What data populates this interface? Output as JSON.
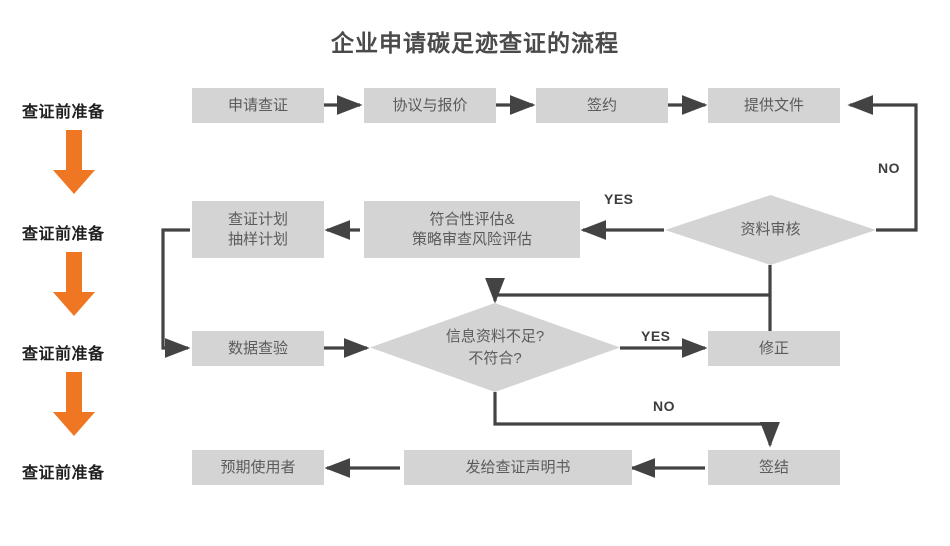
{
  "title": "企业申请碳足迹查证的流程",
  "colors": {
    "node_fill": "#d4d4d4",
    "node_text": "#5b5b5b",
    "connector": "#434343",
    "stage_arrow": "#ef7622",
    "title_text": "#4a4a4a",
    "stage_label_text": "#1f1f1f",
    "background": "#ffffff"
  },
  "stages": [
    {
      "label": "查证前准备"
    },
    {
      "label": "查证前准备"
    },
    {
      "label": "查证前准备"
    },
    {
      "label": "查证前准备"
    }
  ],
  "stage_arrows": [
    {
      "name": "stage-arrow-1"
    },
    {
      "name": "stage-arrow-2"
    },
    {
      "name": "stage-arrow-3"
    }
  ],
  "nodes": {
    "apply": "申请查证",
    "agreement": "协议与报价",
    "contract": "签约",
    "provide_docs": "提供文件",
    "plan": "查证计划\n抽样计划",
    "assessment": "符合性评估&\n策略审查风险评估",
    "data_check": "数据查验",
    "correction": "修正",
    "conclude": "签结",
    "issue_statement": "发给查证声明书",
    "intended_user": "预期使用者"
  },
  "decisions": {
    "doc_review": "资料审核",
    "info_insufficient": "信息资料不足?\n不符合?"
  },
  "edge_labels": {
    "review_yes": "YES",
    "review_no": "NO",
    "insufficient_yes": "YES",
    "insufficient_no": "NO"
  }
}
